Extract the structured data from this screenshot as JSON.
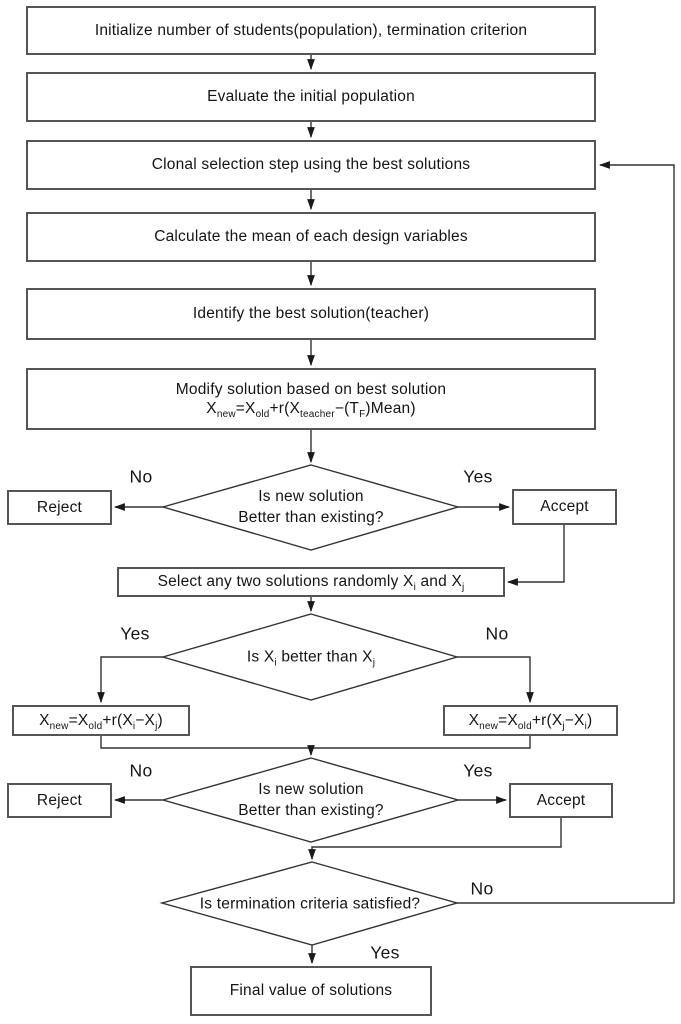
{
  "flowchart": {
    "colors": {
      "line": "#333333",
      "box_border": "#555555",
      "text": "#151515",
      "background": "#ffffff"
    },
    "boxes": {
      "init": {
        "label": "Initialize number of students(population), termination criterion"
      },
      "evaluate": {
        "label": "Evaluate the initial population"
      },
      "clonal": {
        "label": "Clonal selection step using the best solutions"
      },
      "mean": {
        "label": "Calculate the mean of each design variables"
      },
      "identify": {
        "label": "Identify the best solution(teacher)"
      },
      "modify": {
        "line1": "Modify solution based on best solution",
        "formula": [
          "X",
          "new",
          "=X",
          "old",
          "+r(X",
          "teacher",
          "−(T",
          "F",
          ")Mean)"
        ]
      },
      "reject1": {
        "label": "Reject"
      },
      "accept1": {
        "label": "Accept"
      },
      "select": {
        "parts": [
          "Select any two solutions randomly X",
          "i",
          " and X",
          "j"
        ]
      },
      "update_left": {
        "formula": [
          "X",
          "new",
          "=X",
          "old",
          "+r(X",
          "i",
          "−X",
          "j",
          ")"
        ]
      },
      "update_right": {
        "formula": [
          "X",
          "new",
          "=X",
          "old",
          "+r(X",
          "j",
          "−X",
          "i",
          ")"
        ]
      },
      "reject2": {
        "label": "Reject"
      },
      "accept2": {
        "label": "Accept"
      },
      "final": {
        "label": "Final value of solutions"
      }
    },
    "diamonds": {
      "d1": {
        "line1": "Is new solution",
        "line2": "Better than existing?"
      },
      "d2": {
        "parts": [
          "Is X",
          "i",
          " better than X",
          "j"
        ]
      },
      "d3": {
        "line1": "Is new solution",
        "line2": "Better than existing?"
      },
      "d4": {
        "label": "Is termination criteria satisfied?"
      }
    },
    "edge_labels": {
      "no1": "No",
      "yes1": "Yes",
      "yes2": "Yes",
      "no2": "No",
      "no3": "No",
      "yes3": "Yes",
      "no4": "No",
      "yes4": "Yes"
    }
  }
}
